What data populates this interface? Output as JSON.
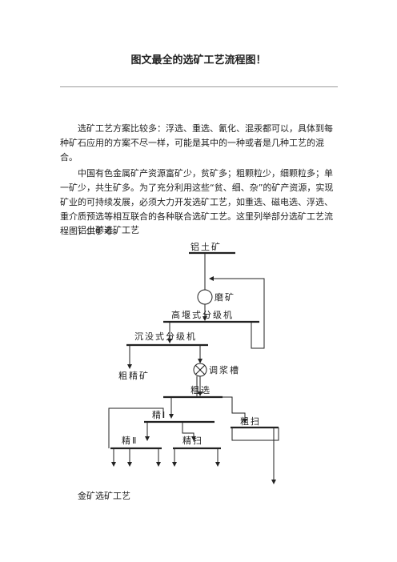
{
  "document": {
    "title": "图文最全的选矿工艺流程图！",
    "paragraphs": [
      "选矿工艺方案比较多：浮选、重选、氰化、混汞都可以，具体到每种矿石应用的方案不尽一样，可能是其中的一种或者是几种工艺的混合。",
      "中国有色金属矿产资源富矿少，贫矿多；粗颗粒少，细颗粒多；单一矿少，共生矿多。为了充分利用这些“贫、细、杂”的矿产资源，实现矿业的可持续发展，必须大力开发选矿工艺，如重选、磁电选、浮选、重介质预选等相互联合的各种联合选矿工艺。这里列举部分选矿工艺流程图，供参考。"
    ],
    "section1_heading": "铝土矿选矿工艺",
    "section2_heading": "金矿选矿工艺"
  },
  "flowchart": {
    "labels": {
      "raw_ore": "铝土矿",
      "grinding": "磨矿",
      "high_weir_classifier": "高堰式分级机",
      "submerged_classifier": "沉没式分级机",
      "coarse_concentrate": "粗精矿",
      "conditioning_tank": "调浆槽",
      "rougher": "粗选",
      "cleaner_1": "精Ⅰ",
      "scavenger_rough": "粗扫",
      "cleaner_2": "精Ⅱ",
      "cleaner_scavenger": "精扫"
    }
  }
}
